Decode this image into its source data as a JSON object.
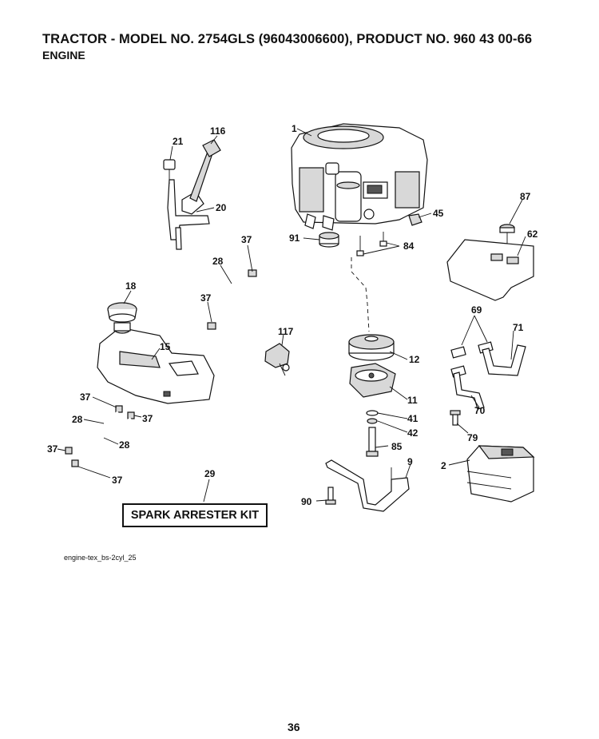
{
  "header": {
    "title": "TRACTOR - MODEL NO. 2754GLS (96043006600), PRODUCT NO. 960 43 00-66",
    "subtitle": "ENGINE"
  },
  "callouts": [
    "1",
    "116",
    "21",
    "20",
    "45",
    "87",
    "91",
    "84",
    "37",
    "28",
    "62",
    "18",
    "37",
    "69",
    "117",
    "71",
    "15",
    "12",
    "11",
    "37",
    "28",
    "37",
    "41",
    "70",
    "42",
    "28",
    "79",
    "85",
    "37",
    "9",
    "2",
    "29",
    "37",
    "90"
  ],
  "kit_label": "SPARK ARRESTER KIT",
  "footer": {
    "reference": "engine-tex_bs-2cyl_25",
    "page_number": "36"
  }
}
